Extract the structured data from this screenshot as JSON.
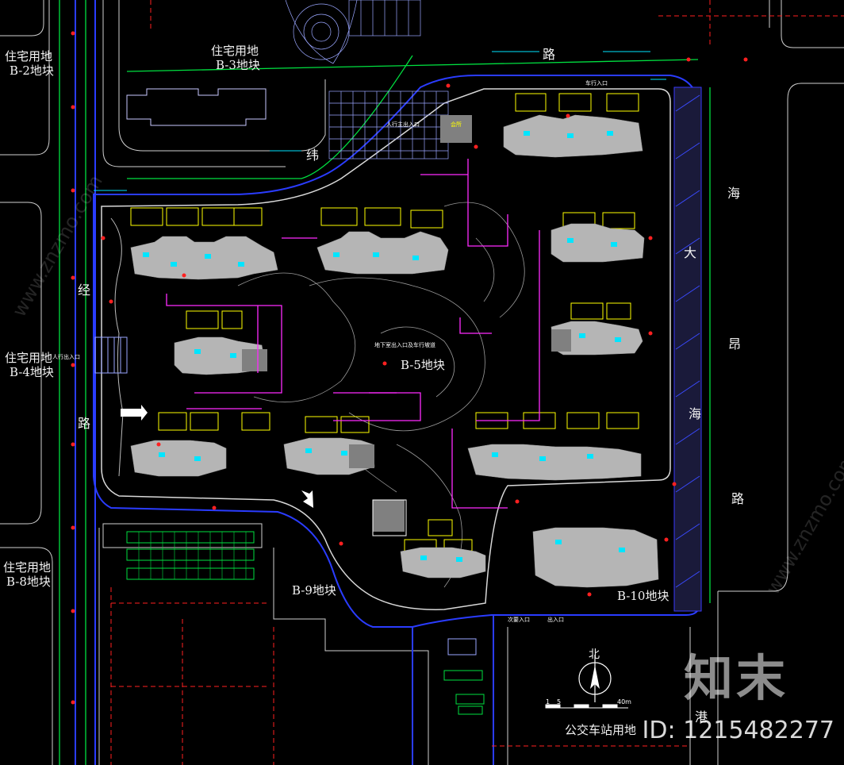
{
  "parcels": {
    "b2": {
      "line1": "住宅用地",
      "line2": "B-2地块"
    },
    "b3": {
      "line1": "住宅用地",
      "line2": "B-3地块"
    },
    "b4": {
      "line1": "住宅用地",
      "line2": "B-4地块"
    },
    "b8": {
      "line1": "住宅用地",
      "line2": "B-8地块"
    },
    "b5": "B-5地块",
    "b9": "B-9地块",
    "b10": "B-10地块",
    "bus": "公交车站用地"
  },
  "roads": {
    "top": "路",
    "curve": "纬",
    "left1": "经",
    "left2": "路",
    "east1": "海",
    "east2": "大",
    "east3": "昂",
    "east4": "海",
    "east5": "路",
    "se": "港"
  },
  "annotations": {
    "main_entry": "人行主出入口",
    "side_entry": "人行出入口",
    "ne_entry": "车行入口",
    "s_entry1": "次要入口",
    "s_entry2": "出入口",
    "club": "会所",
    "central": "地下室出入口及车行坡道"
  },
  "compass": {
    "label": "北"
  },
  "scale": {
    "start": "1",
    "mid": "5",
    "end": "40m"
  },
  "watermark": {
    "brand": "知末",
    "id": "ID: 1215482277",
    "side": "www.znzmo.com"
  },
  "colors": {
    "road": "#2a3cff",
    "green": "#00e040",
    "magenta": "#ff2bff",
    "building": "#b9b9b9",
    "cyan": "#00e5ff",
    "red": "#ff2020",
    "yellow": "#ffff00",
    "white_lines": "#d8d8d8"
  }
}
